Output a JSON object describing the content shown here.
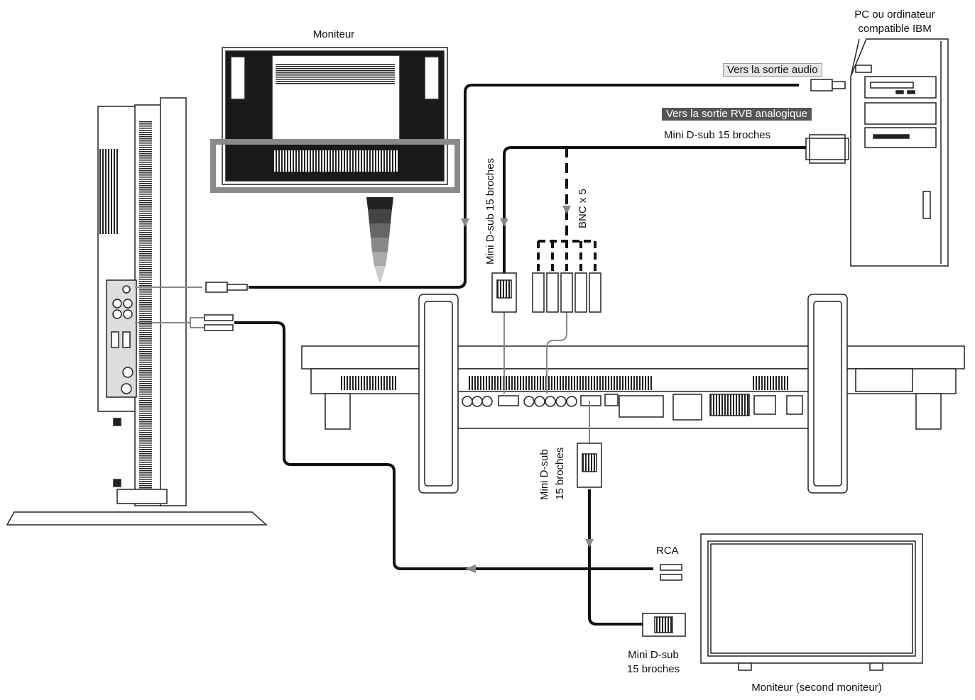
{
  "labels": {
    "moniteur_top": "Moniteur",
    "pc_line1": "PC ou ordinateur",
    "pc_line2": "compatible IBM",
    "vers_sortie_audio": "Vers la sortie audio",
    "vers_sortie_rvb": "Vers la sortie RVB analogique",
    "mini_dsub_pc": "Mini D-sub 15 broches",
    "mini_dsub_vertical": "Mini D-sub 15 broches",
    "bnc": "BNC x 5",
    "mini_dsub_out_line1": "Mini D-sub",
    "mini_dsub_out_line2": "15 broches",
    "rca": "RCA",
    "mini_dsub_second_line1": "Mini D-sub",
    "mini_dsub_second_line2": "15 broches",
    "moniteur_second": "Moniteur (second moniteur)"
  },
  "colors": {
    "cable": "#111111",
    "outline": "#222222",
    "gray_frame": "#8a8a8a",
    "badge_dark": "#555555",
    "badge_light": "#e6e6e6"
  }
}
